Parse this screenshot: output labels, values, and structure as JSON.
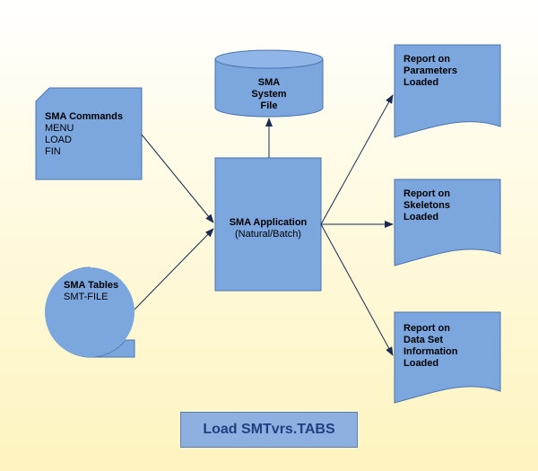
{
  "system_file": {
    "line1": "SMA",
    "line2": "System",
    "line3": "File"
  },
  "commands": {
    "title": "SMA Commands",
    "items": [
      "MENU",
      "LOAD",
      "FIN"
    ]
  },
  "tables": {
    "title": "SMA Tables",
    "sub": "SMT-FILE"
  },
  "application": {
    "title": "SMA Application",
    "sub": "(Natural/Batch)"
  },
  "reports": [
    {
      "lines": [
        "Report on",
        "Parameters",
        "Loaded"
      ]
    },
    {
      "lines": [
        "Report on",
        "Skeletons",
        "Loaded"
      ]
    },
    {
      "lines": [
        "Report on",
        "Data Set",
        "Information",
        "Loaded"
      ]
    }
  ],
  "caption": "Load SMTvrs.TABS",
  "colors": {
    "shape_fill": "#7ba7de",
    "shape_stroke": "#4a74b0",
    "arrow": "#1a2a50"
  }
}
